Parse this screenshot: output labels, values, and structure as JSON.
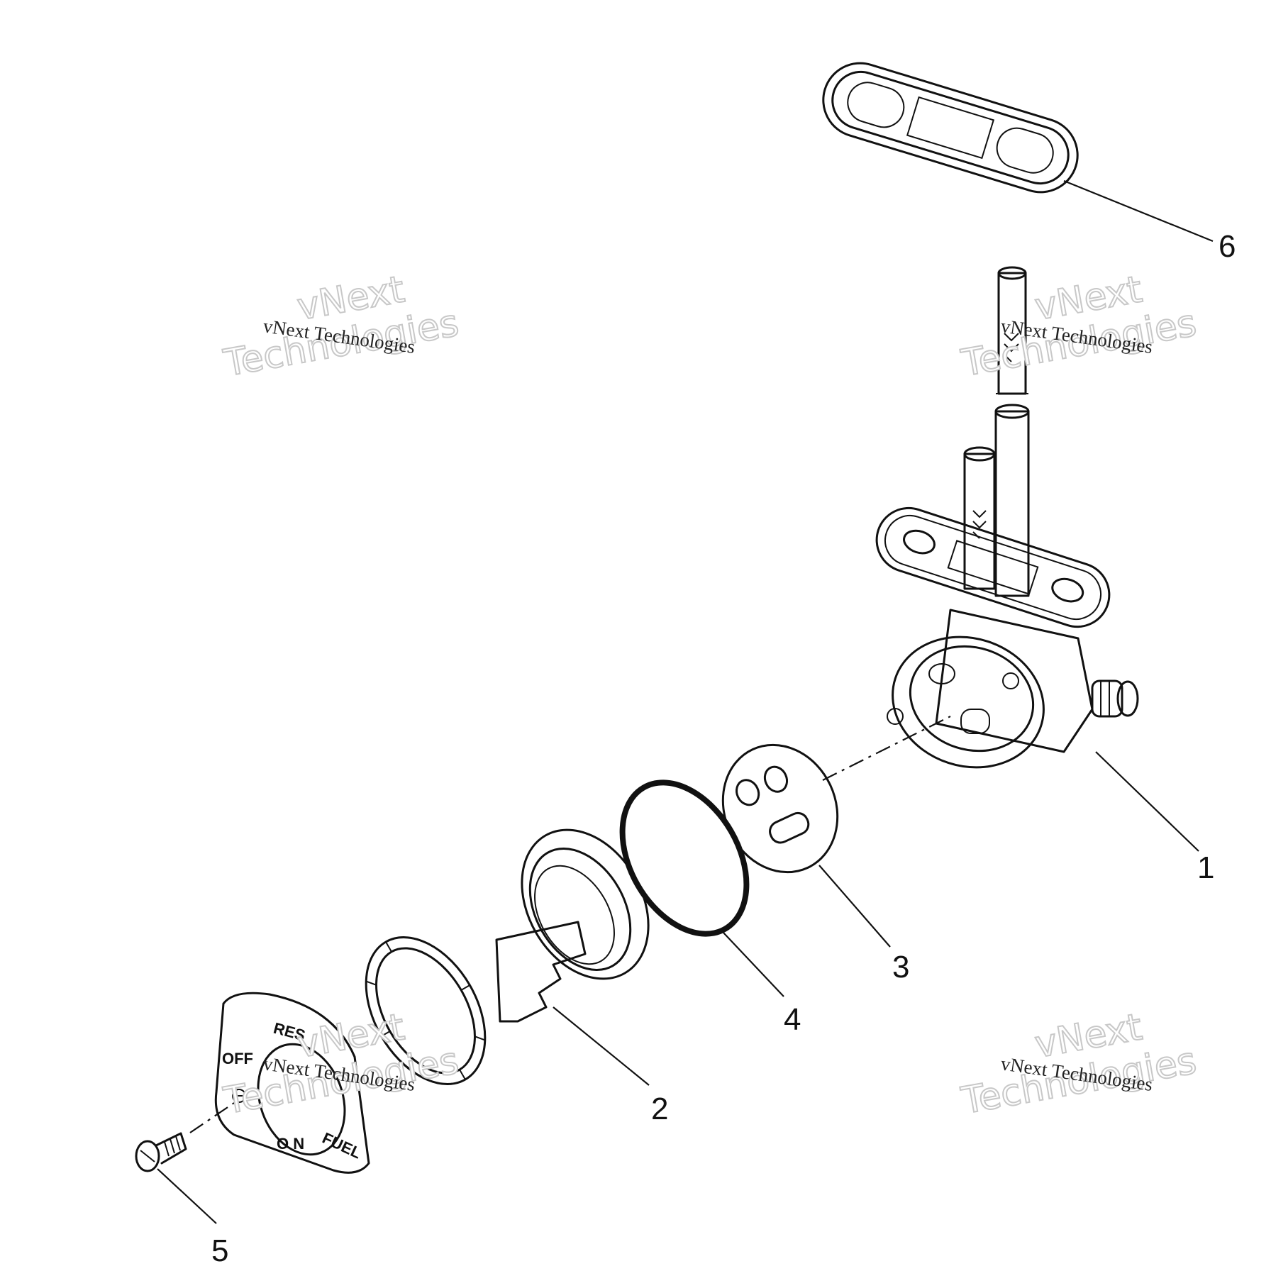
{
  "callouts": [
    {
      "id": "1",
      "label": "1"
    },
    {
      "id": "2",
      "label": "2"
    },
    {
      "id": "3",
      "label": "3"
    },
    {
      "id": "4",
      "label": "4"
    },
    {
      "id": "5",
      "label": "5"
    },
    {
      "id": "6",
      "label": "6"
    }
  ],
  "plate_markings": {
    "res": "RES",
    "off": "OFF",
    "on": "O N",
    "fuel": "FUEL"
  },
  "watermark": {
    "line_small": "vNext Technologies",
    "line_big_1": "vNext",
    "line_big_2": "Technologies"
  }
}
